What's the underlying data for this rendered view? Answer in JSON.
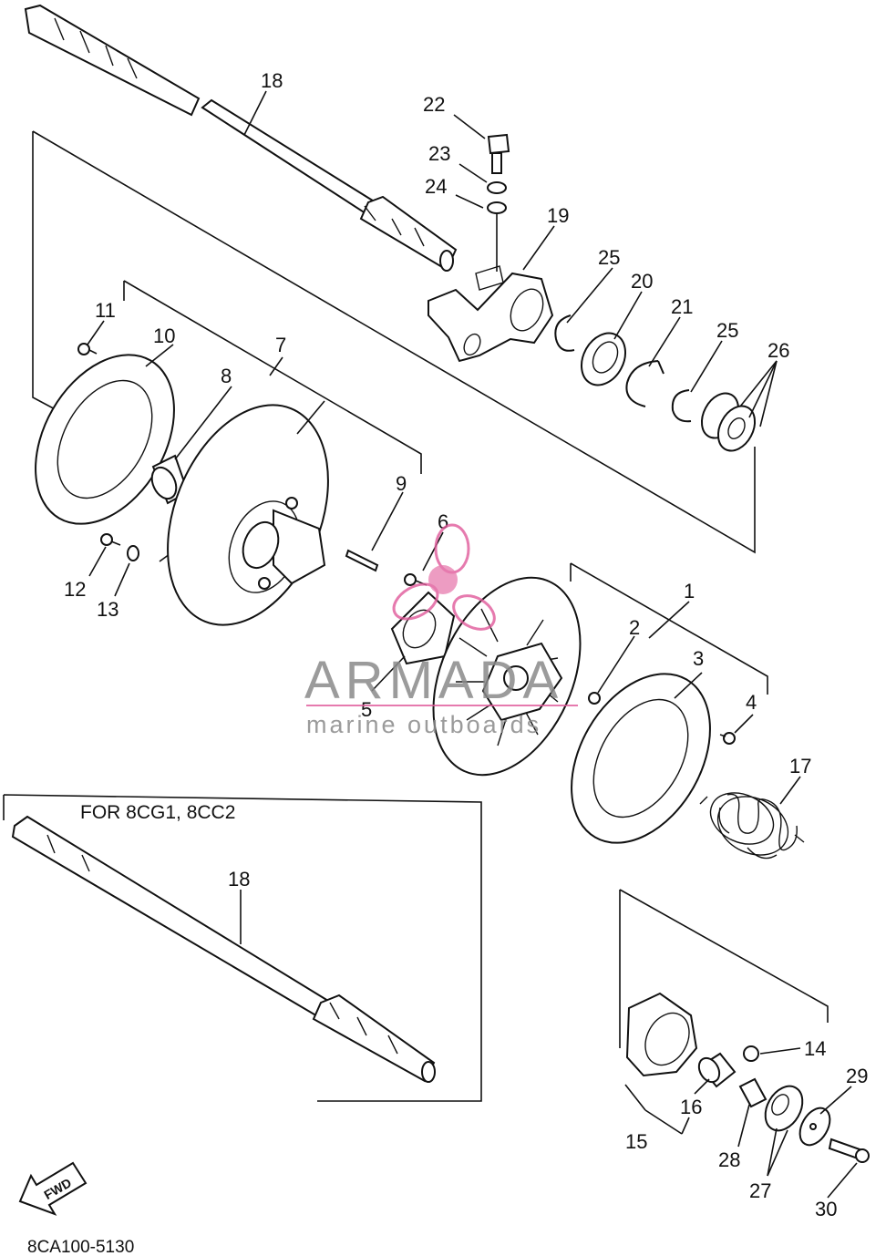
{
  "diagram": {
    "note": "FOR 8CG1, 8CC2",
    "code": "8CA100-5130",
    "fwd_label": "FWD",
    "watermark": {
      "brand": "ARMADA",
      "tagline": "marine outboards",
      "accent_color": "#e05a9a"
    },
    "callouts": {
      "c1": "1",
      "c2": "2",
      "c3": "3",
      "c4": "4",
      "c5": "5",
      "c6": "6",
      "c7": "7",
      "c8": "8",
      "c9": "9",
      "c10": "10",
      "c11": "11",
      "c12": "12",
      "c13": "13",
      "c14": "14",
      "c15": "15",
      "c16": "16",
      "c17": "17",
      "c18a": "18",
      "c18b": "18",
      "c19": "19",
      "c20": "20",
      "c21": "21",
      "c22": "22",
      "c23": "23",
      "c24": "24",
      "c25a": "25",
      "c25b": "25",
      "c26": "26",
      "c27": "27",
      "c28": "28",
      "c29": "29",
      "c30": "30"
    }
  }
}
